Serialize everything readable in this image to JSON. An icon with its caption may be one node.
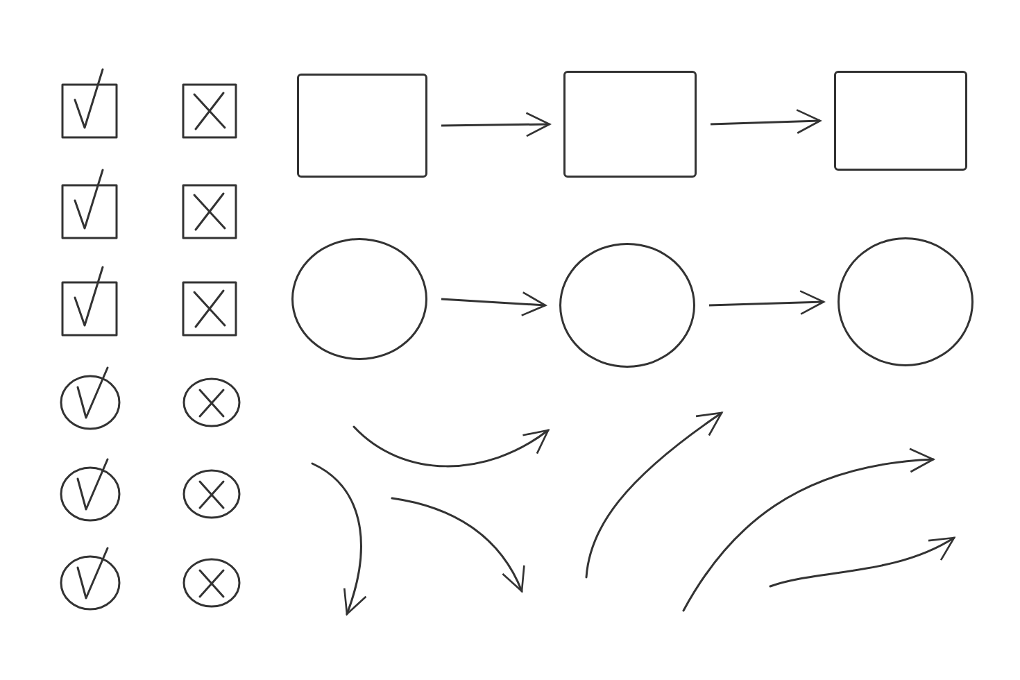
{
  "diagram": {
    "nodes": [
      {
        "text": [],
        "shape": "box"
      },
      {
        "text": [],
        "shape": "box"
      },
      {
        "text": [],
        "shape": "box"
      },
      {
        "text": [],
        "shape": "circle"
      },
      {
        "text": [],
        "shape": "circle"
      },
      {
        "text": [],
        "shape": "circle"
      }
    ],
    "edges": [
      {
        "from": 0,
        "to": 1,
        "arrow": "to"
      },
      {
        "from": 1,
        "to": 2,
        "arrow": "to"
      },
      {
        "from": 3,
        "to": 4,
        "arrow": "to"
      },
      {
        "from": 4,
        "to": 5,
        "arrow": "to"
      }
    ]
  }
}
